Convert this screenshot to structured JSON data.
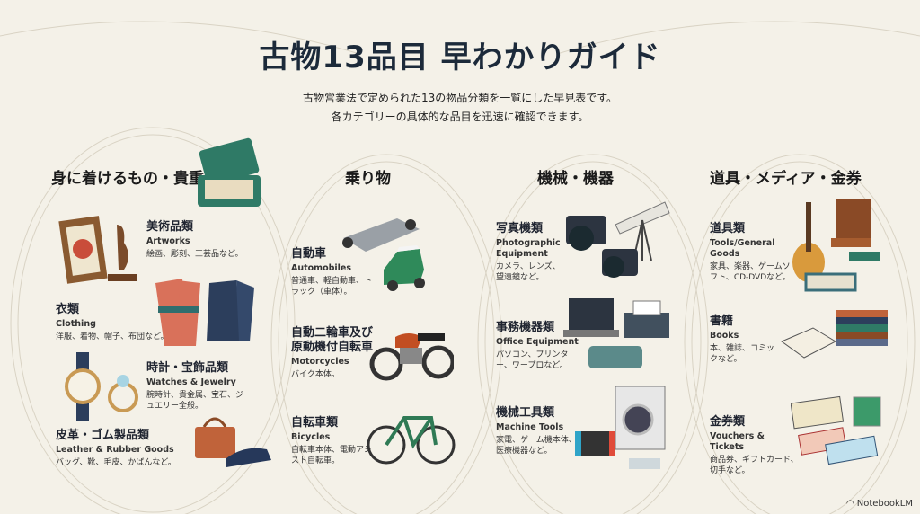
{
  "title": "古物13品目 早わかりガイド",
  "subtitle": [
    "古物営業法で定められた13の物品分類を一覧にした早見表です。",
    "各カテゴリーの具体的な品目を迅速に確認できます。"
  ],
  "columns": [
    {
      "heading": "身に着けるもの・貴重品",
      "items": [
        {
          "jp": "美術品類",
          "en": "Artworks",
          "ex": "絵画、彫刻、工芸品など。"
        },
        {
          "jp": "衣類",
          "en": "Clothing",
          "ex": "洋服、着物、帽子、布団など。"
        },
        {
          "jp": "時計・宝飾品類",
          "en": "Watches & Jewelry",
          "ex": "腕時計、貴金属、宝石、ジュエリー全般。"
        },
        {
          "jp": "皮革・ゴム製品類",
          "en": "Leather & Rubber Goods",
          "ex": "バッグ、靴、毛皮、かばんなど。"
        }
      ]
    },
    {
      "heading": "乗り物",
      "items": [
        {
          "jp": "自動車",
          "en": "Automobiles",
          "ex": "普通車、軽自動車、トラック（車体）。"
        },
        {
          "jp": "自動二輪車及び原動機付自転車",
          "en": "Motorcycles",
          "ex": "バイク本体。"
        },
        {
          "jp": "自転車類",
          "en": "Bicycles",
          "ex": "自転車本体、電動アシスト自転車。"
        }
      ]
    },
    {
      "heading": "機械・機器",
      "items": [
        {
          "jp": "写真機類",
          "en": "Photographic Equipment",
          "ex": "カメラ、レンズ、望遠鏡など。"
        },
        {
          "jp": "事務機器類",
          "en": "Office Equipment",
          "ex": "パソコン、プリンター、ワープロなど。"
        },
        {
          "jp": "機械工具類",
          "en": "Machine Tools",
          "ex": "家電、ゲーム機本体、医療機器など。"
        }
      ]
    },
    {
      "heading": "道具・メディア・金券",
      "items": [
        {
          "jp": "道具類",
          "en": "Tools/General Goods",
          "ex": "家具、楽器、ゲームソフト、CD-DVDなど。"
        },
        {
          "jp": "書籍",
          "en": "Books",
          "ex": "本、雑誌、コミックなど。"
        },
        {
          "jp": "金券類",
          "en": "Vouchers & Tickets",
          "ex": "商品券、ギフトカード、切手など。"
        }
      ]
    }
  ],
  "brand": "NotebookLM",
  "colors": {
    "bg": "#f4f1e8",
    "green": "#2f6e55",
    "navy": "#2c3e5c",
    "rust": "#c0633a"
  }
}
